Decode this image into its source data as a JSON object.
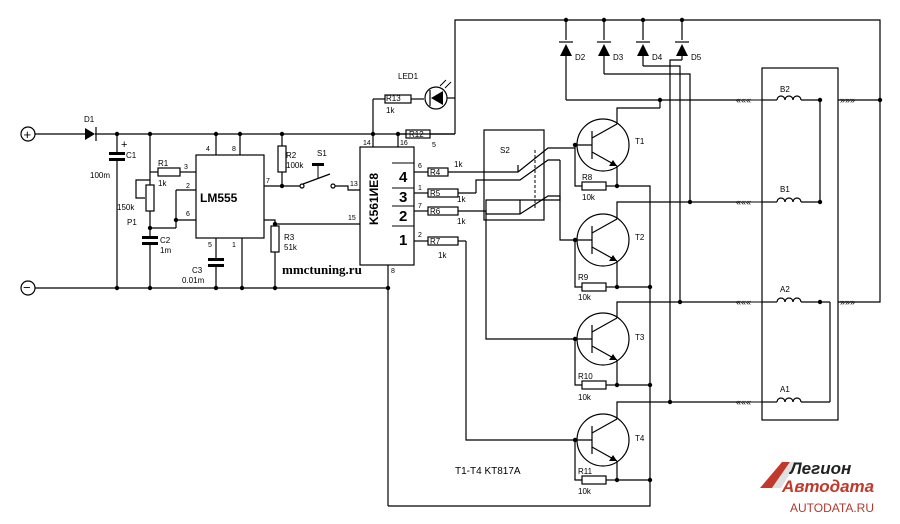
{
  "supply": {
    "plus": "+",
    "minus": "−"
  },
  "components": {
    "D1": "D1",
    "C1": "C1",
    "C1_val": "100m",
    "C1_pol": "+",
    "R1": "R1",
    "R1_val": "1k",
    "P1": "P1",
    "P1_val": "150k",
    "C2": "C2",
    "C2_val": "1m",
    "C3": "C3",
    "C3_val": "0.01m",
    "LM555": "LM555",
    "R2": "R2",
    "R2_val": "100k",
    "R3": "R3",
    "R3_val": "51k",
    "S1": "S1",
    "S2": "S2",
    "K561": "K561ИЕ8",
    "LED1": "LED1",
    "R13": "R13",
    "R13_val": "1k",
    "R12": "R12",
    "R12_pin": "5",
    "R4": "R4",
    "R5": "R5",
    "R6": "R6",
    "R7": "R7",
    "R4_val": "1k",
    "R5_val": "1k",
    "R6_val": "1k",
    "R7_val": "1k",
    "T1": "T1",
    "T2": "T2",
    "T3": "T3",
    "T4": "T4",
    "R8": "R8",
    "R9": "R9",
    "R10": "R10",
    "R11": "R11",
    "R8_val": "10k",
    "R9_val": "10k",
    "R10_val": "10k",
    "R11_val": "10k",
    "D2": "D2",
    "D3": "D3",
    "D4": "D4",
    "D5": "D5",
    "B2": "B2",
    "B1": "B1",
    "A2": "A2",
    "A1": "A1"
  },
  "pins": {
    "lm555_4": "4",
    "lm555_8": "8",
    "lm555_3": "3",
    "lm555_2": "2",
    "lm555_6": "6",
    "lm555_7": "7",
    "lm555_5": "5",
    "lm555_1": "1",
    "k_14": "14",
    "k_16": "16",
    "k_13": "13",
    "k_15": "15",
    "k_8": "8",
    "out_6": "6",
    "out_1": "1",
    "out_7": "7",
    "out_2": "2",
    "box_4": "4",
    "box_3": "3",
    "box_2": "2",
    "box_1": "1"
  },
  "watermark": "mmctuning.ru",
  "note": "T1-T4 KT817A",
  "logo": {
    "line1": "Легион",
    "line2": "Автодата",
    "line3": "AUTODATA.RU"
  }
}
